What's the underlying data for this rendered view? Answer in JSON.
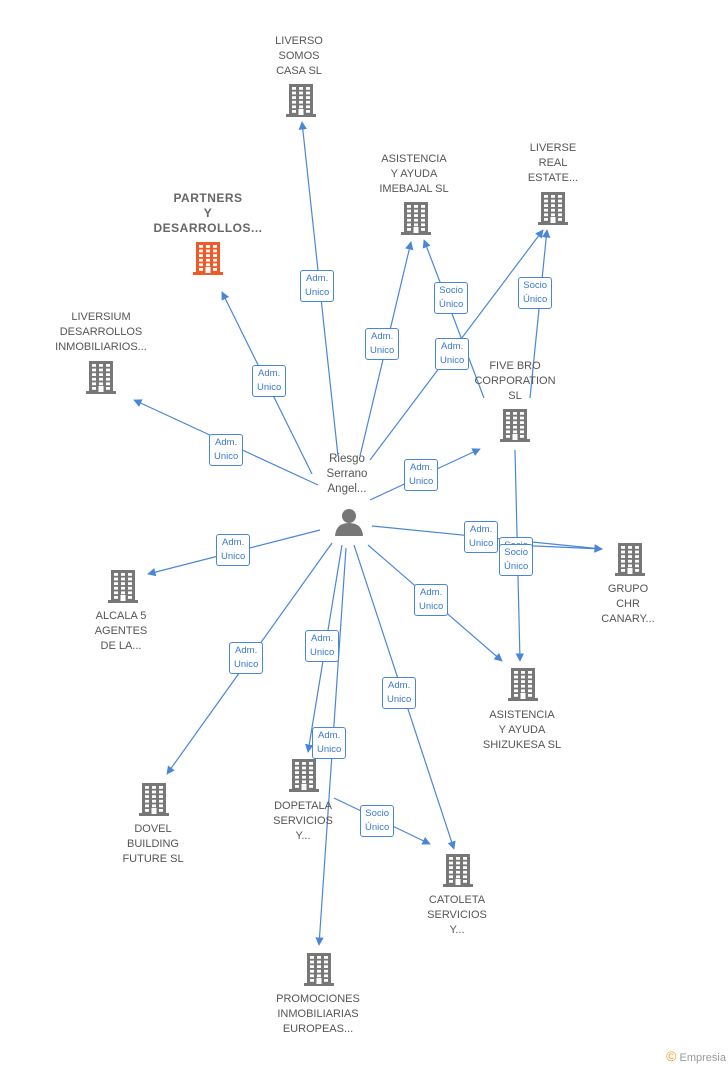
{
  "center": {
    "label": "Riesgo\nSerrano\nAngel...",
    "icon": "person-icon"
  },
  "companies": [
    {
      "id": "liverso",
      "label": "LIVERSO\nSOMOS\nCASA  SL",
      "highlight": false,
      "icon": "building-icon"
    },
    {
      "id": "asistencia-imebajal",
      "label": "ASISTENCIA\nY AYUDA\nIMEBAJAL  SL",
      "highlight": false,
      "icon": "building-icon"
    },
    {
      "id": "liverse",
      "label": "LIVERSE\nREAL\nESTATE...",
      "highlight": false,
      "icon": "building-icon"
    },
    {
      "id": "partners",
      "label": "PARTNERS\nY\nDESARROLLOS...",
      "highlight": true,
      "icon": "building-icon",
      "color": "#f05a28"
    },
    {
      "id": "liversium",
      "label": "LIVERSIUM\nDESARROLLOS\nINMOBILIARIOS...",
      "highlight": false,
      "icon": "building-icon"
    },
    {
      "id": "fivebro",
      "label": "FIVE BRO\nCORPORATION\nSL",
      "highlight": false,
      "icon": "building-icon"
    },
    {
      "id": "grupo-chr",
      "label": "GRUPO\nCHR\nCANARY...",
      "highlight": false,
      "icon": "building-icon"
    },
    {
      "id": "alcala",
      "label": "ALCALA 5\nAGENTES\nDE LA...",
      "highlight": false,
      "icon": "building-icon"
    },
    {
      "id": "asistencia-shizukesa",
      "label": "ASISTENCIA\nY AYUDA\nSHIZUKESA  SL",
      "highlight": false,
      "icon": "building-icon"
    },
    {
      "id": "dovel",
      "label": "DOVEL\nBUILDING\nFUTURE  SL",
      "highlight": false,
      "icon": "building-icon"
    },
    {
      "id": "dopetala",
      "label": "DOPETALA\nSERVICIOS\nY...",
      "highlight": false,
      "icon": "building-icon"
    },
    {
      "id": "catoleta",
      "label": "CATOLETA\nSERVICIOS\nY...",
      "highlight": false,
      "icon": "building-icon"
    },
    {
      "id": "promociones",
      "label": "PROMOCIONES\nINMOBILIARIAS\nEUROPEAS...",
      "highlight": false,
      "icon": "building-icon"
    }
  ],
  "edges": [
    {
      "from": "center",
      "to": "liverso",
      "label": "Adm.\nUnico"
    },
    {
      "from": "center",
      "to": "asistencia-imebajal",
      "label": "Adm.\nUnico"
    },
    {
      "from": "center",
      "to": "liverse",
      "label": "Adm.\nUnico"
    },
    {
      "from": "center",
      "to": "partners",
      "label": "Adm.\nUnico"
    },
    {
      "from": "center",
      "to": "liversium",
      "label": "Adm.\nUnico"
    },
    {
      "from": "center",
      "to": "fivebro",
      "label": "Adm.\nUnico"
    },
    {
      "from": "center",
      "to": "grupo-chr",
      "label": "Adm.\nUnico"
    },
    {
      "from": "center",
      "to": "alcala",
      "label": "Adm.\nUnico"
    },
    {
      "from": "center",
      "to": "asistencia-shizukesa",
      "label": "Adm.\nUnico"
    },
    {
      "from": "center",
      "to": "dovel",
      "label": "Adm.\nUnico"
    },
    {
      "from": "center",
      "to": "dopetala",
      "label": "Adm.\nUnico"
    },
    {
      "from": "center",
      "to": "catoleta",
      "label": "Adm.\nUnico"
    },
    {
      "from": "center",
      "to": "promociones",
      "label": "Adm.\nUnico"
    },
    {
      "from": "fivebro",
      "to": "asistencia-imebajal",
      "label": "Socio\nÚnico"
    },
    {
      "from": "fivebro",
      "to": "liverse",
      "label": "Socio\nÚnico"
    },
    {
      "from": "fivebro",
      "to": "grupo-chr",
      "label": "Socio\nÚnico"
    },
    {
      "from": "fivebro",
      "to": "asistencia-shizukesa",
      "label": "Socio\nÚnico"
    },
    {
      "from": "dopetala",
      "to": "catoleta",
      "label": "Socio\nÚnico"
    }
  ],
  "colors": {
    "edge": "#4a86d8",
    "building": "#777777",
    "highlight": "#f05a28",
    "person": "#777777"
  },
  "brand": {
    "symbol": "©",
    "text": "Empresia"
  }
}
